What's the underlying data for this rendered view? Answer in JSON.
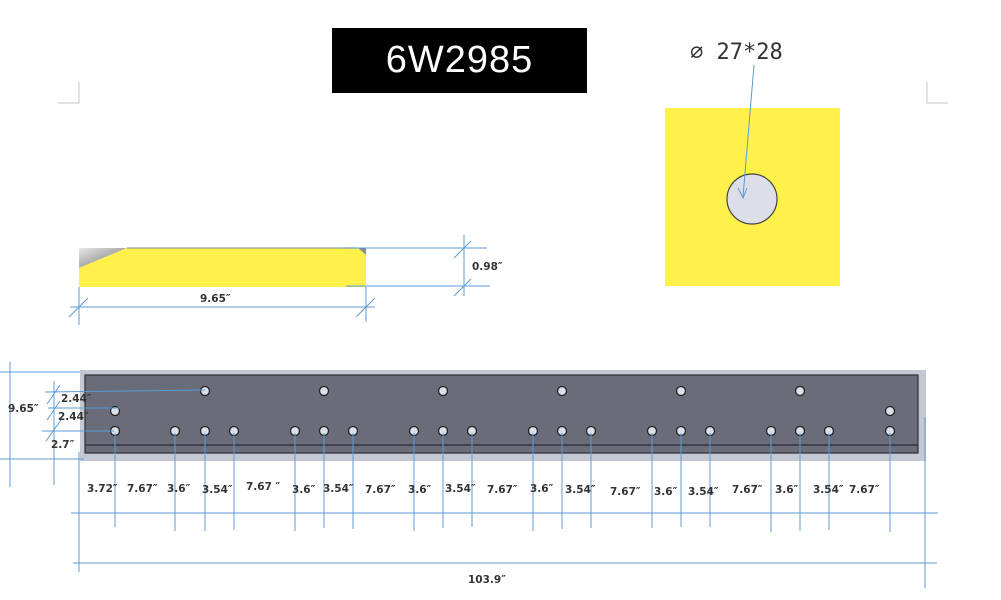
{
  "part_number": "6W2985",
  "colors": {
    "title_bg": "#000000",
    "title_text": "#ffffff",
    "face_yellow": "#fff04a",
    "plate_dark": "#6a6c7a",
    "plate_frame": "#c5c8d3",
    "hole_fill": "#dcdfe8",
    "dimension_line": "#5b9bd5",
    "corner_mark": "#d8d8d8"
  },
  "end_view": {
    "hole_label": "⌀ 27*28",
    "hole_label_symbol": "⌀",
    "hole_label_value": "27*28"
  },
  "side_view": {
    "width_label": "9.65″",
    "thickness_label": "0.98″"
  },
  "plan_view": {
    "height_label": "9.65″",
    "vertical_spacing_labels": [
      "2.44″",
      "2.44″",
      "2.7″"
    ],
    "hole_spacing_labels": [
      "3.72″",
      "7.67″",
      "3.6″",
      "3.54″",
      "7.67 ″",
      "3.6″",
      "3.54″",
      "7.67″",
      "3.6″",
      "3.54″",
      "7.67″",
      "3.6″",
      "3.54″",
      "7.67″",
      "3.6″",
      "3.54″",
      "7.67″",
      "3.6″",
      "3.54″",
      "7.67″"
    ],
    "overall_length_label": "103.9″",
    "bottom_row_hole_count": 20,
    "top_row_hole_count": 6,
    "middle_row_hole_count": 2
  }
}
